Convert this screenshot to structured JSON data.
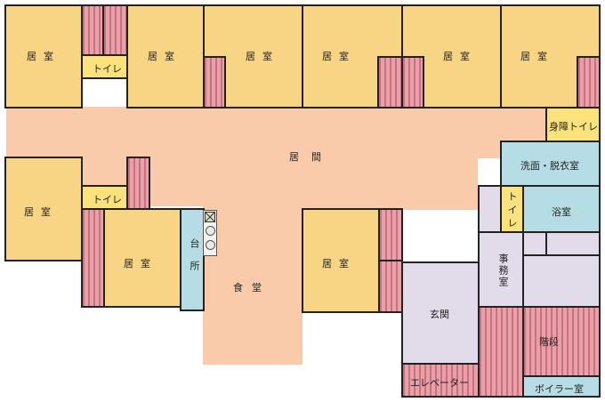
{
  "plan": {
    "bedroom": "居室",
    "living": "居間",
    "dining": "食堂",
    "kitchen": "台所",
    "toilet": "トイレ",
    "accessible_toilet": "身障トイレ",
    "washroom": "洗面・脱衣室",
    "bath": "浴室",
    "office": "事務室",
    "entrance": "玄関",
    "stairs": "階段",
    "elevator": "エレベーター",
    "boiler": "ボイラー室"
  },
  "colors": {
    "room": "#f8d584",
    "hall": "#f9cbaa",
    "toilet": "#fbe27c",
    "water": "#b6dde5",
    "service": "#e2dcea",
    "storage": "#d98a94"
  }
}
